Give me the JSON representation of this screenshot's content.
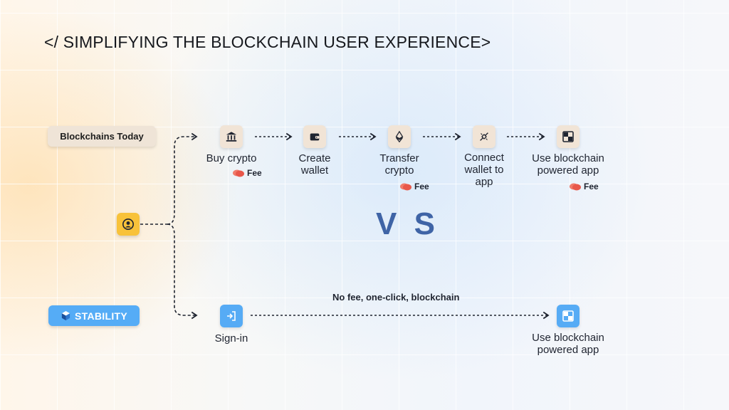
{
  "title": "</ SIMPLIFYING THE BLOCKCHAIN USER EXPERIENCE>",
  "today_label": "Blockchains Today",
  "stability_label": "STABILITY",
  "vs_text": "V S",
  "steps": [
    {
      "line1": "Buy crypto",
      "line2": "",
      "line3": "",
      "icon": "bank-icon",
      "fee": "Fee"
    },
    {
      "line1": "Create",
      "line2": "wallet",
      "line3": "",
      "icon": "wallet-icon",
      "fee": ""
    },
    {
      "line1": "Transfer",
      "line2": "crypto",
      "line3": "",
      "icon": "ethereum-icon",
      "fee": "Fee"
    },
    {
      "line1": "Connect",
      "line2": "wallet to",
      "line3": "app",
      "icon": "plug-icon",
      "fee": ""
    },
    {
      "line1": "Use blockchain",
      "line2": "powered app",
      "line3": "",
      "icon": "app-grid-icon",
      "fee": "Fee"
    }
  ],
  "stability_flow": {
    "signin": "Sign-in",
    "no_fee": "No fee, one-click, blockchain",
    "end_line1": "Use blockchain",
    "end_line2": "powered app"
  },
  "colors": {
    "accent_blue": "#55acf6",
    "user_yellow": "#f8c23a",
    "step_beige": "#f1e4d6",
    "vs_blue": "#3f64a6"
  }
}
